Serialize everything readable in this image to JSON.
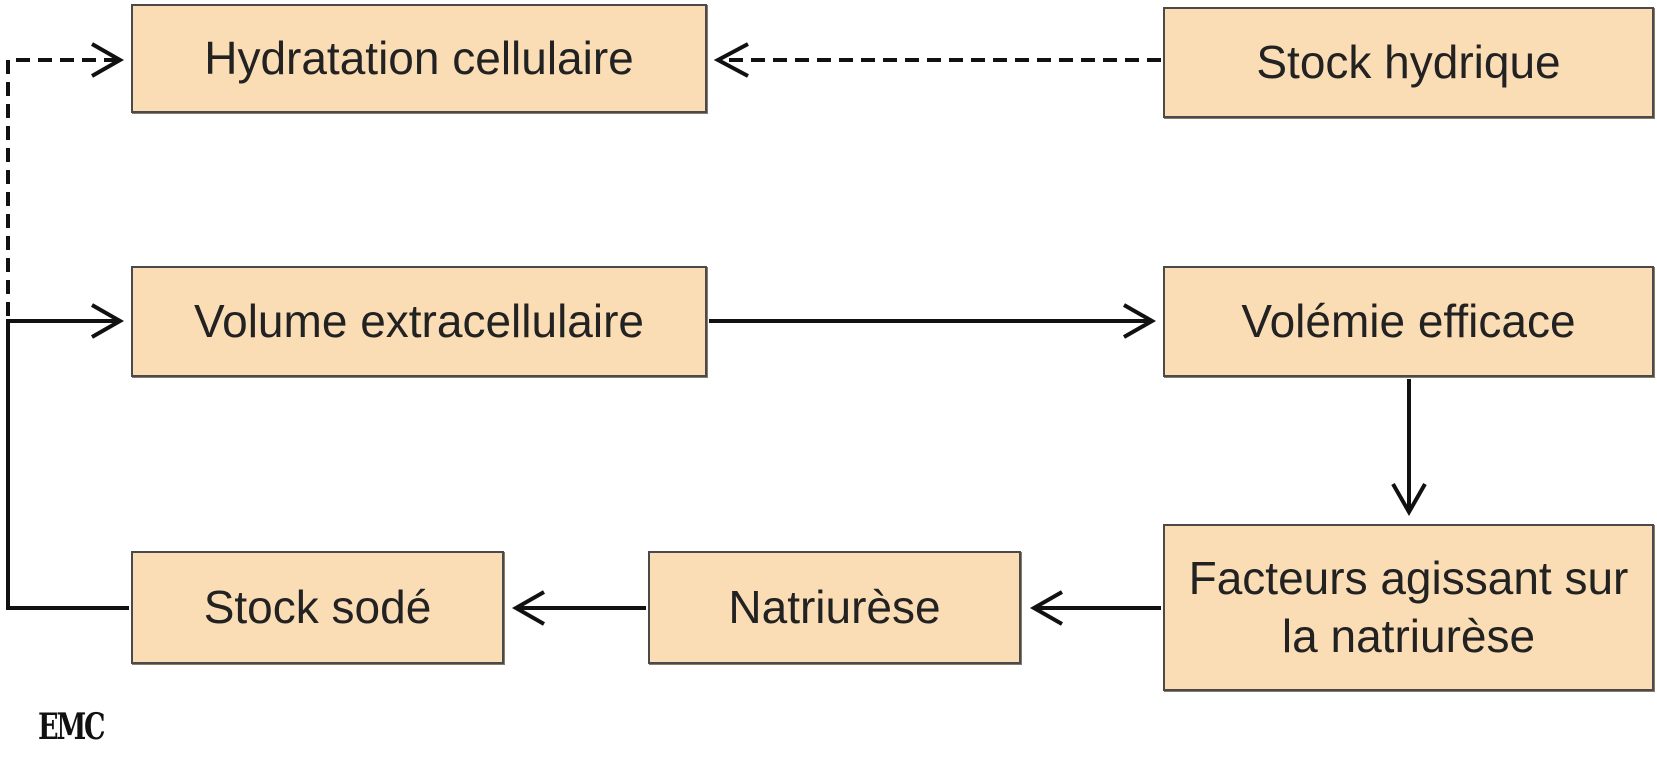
{
  "nodes": {
    "hydratation": "Hydratation cellulaire",
    "stock_hydrique": "Stock hydrique",
    "volume": "Volume extracellulaire",
    "volemie": "Volémie efficace",
    "facteurs": "Facteurs agissant sur la natriurèse",
    "natriurese": "Natriurèse",
    "stock_sode": "Stock sodé"
  },
  "edges": [
    {
      "from": "stock_hydrique",
      "to": "hydratation",
      "style": "dashed"
    },
    {
      "from": "stock_sode",
      "to": "hydratation",
      "style": "dashed"
    },
    {
      "from": "stock_sode",
      "to": "volume",
      "style": "solid"
    },
    {
      "from": "volume",
      "to": "volemie",
      "style": "solid"
    },
    {
      "from": "volemie",
      "to": "facteurs",
      "style": "solid"
    },
    {
      "from": "facteurs",
      "to": "natriurese",
      "style": "solid"
    },
    {
      "from": "natriurese",
      "to": "stock_sode",
      "style": "solid"
    }
  ],
  "logo": "EMC",
  "colors": {
    "box_fill": "#fbddb5",
    "box_border": "#4a4a4a",
    "line": "#111111"
  }
}
